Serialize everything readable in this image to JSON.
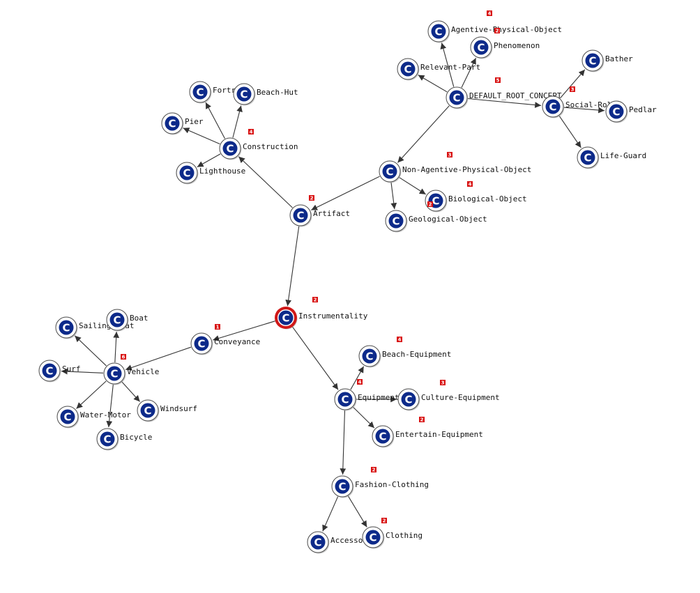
{
  "diagram": {
    "node_glyph": "C",
    "colors": {
      "node_fill": "#0d2a8a",
      "node_ring": "#ffffff",
      "node_outline": "#4a4a4a",
      "selected_ring": "#d01818",
      "badge": "#d81010",
      "edge": "#333333",
      "label": "#111111"
    },
    "nodes": [
      {
        "id": "root",
        "label": "DEFAULT_ROOT_CONCEPT"
      },
      {
        "id": "agentive",
        "label": "Agentive-Physical-Object"
      },
      {
        "id": "phenomenon",
        "label": "Phenomenon"
      },
      {
        "id": "relevant",
        "label": "Relevant-Part"
      },
      {
        "id": "socialrole",
        "label": "Social-Role"
      },
      {
        "id": "bather",
        "label": "Bather"
      },
      {
        "id": "pedlar",
        "label": "Pedlar"
      },
      {
        "id": "lifeguard",
        "label": "Life-Guard"
      },
      {
        "id": "nonagentive",
        "label": "Non-Agentive-Physical-Object"
      },
      {
        "id": "biological",
        "label": "Biological-Object"
      },
      {
        "id": "geological",
        "label": "Geological-Object"
      },
      {
        "id": "artifact",
        "label": "Artifact"
      },
      {
        "id": "construction",
        "label": "Construction"
      },
      {
        "id": "fortress",
        "label": "Fortress"
      },
      {
        "id": "beachhut",
        "label": "Beach-Hut"
      },
      {
        "id": "pier",
        "label": "Pier"
      },
      {
        "id": "lighthouse",
        "label": "Lighthouse"
      },
      {
        "id": "instrumentality",
        "label": "Instrumentality",
        "selected": true
      },
      {
        "id": "conveyance",
        "label": "Conveyance"
      },
      {
        "id": "vehicle",
        "label": "Vehicle"
      },
      {
        "id": "sailingboat",
        "label": "Sailing-Boat"
      },
      {
        "id": "boat",
        "label": "Boat"
      },
      {
        "id": "surf",
        "label": "Surf"
      },
      {
        "id": "watermotor",
        "label": "Water-Motor"
      },
      {
        "id": "bicycle",
        "label": "Bicycle"
      },
      {
        "id": "windsurf",
        "label": "Windsurf"
      },
      {
        "id": "equipment",
        "label": "Equipment"
      },
      {
        "id": "beachequipment",
        "label": "Beach-Equipment"
      },
      {
        "id": "cultureequipment",
        "label": "Culture-Equipment"
      },
      {
        "id": "entertainequipment",
        "label": "Entertain-Equipment"
      },
      {
        "id": "fashionclothing",
        "label": "Fashion-Clothing"
      },
      {
        "id": "accessory",
        "label": "Accessory"
      },
      {
        "id": "clothing",
        "label": "Clothing"
      }
    ],
    "edges": [
      [
        "root",
        "agentive"
      ],
      [
        "root",
        "phenomenon"
      ],
      [
        "root",
        "relevant"
      ],
      [
        "root",
        "socialrole"
      ],
      [
        "root",
        "nonagentive"
      ],
      [
        "socialrole",
        "bather"
      ],
      [
        "socialrole",
        "pedlar"
      ],
      [
        "socialrole",
        "lifeguard"
      ],
      [
        "nonagentive",
        "biological"
      ],
      [
        "nonagentive",
        "geological"
      ],
      [
        "nonagentive",
        "artifact"
      ],
      [
        "artifact",
        "construction"
      ],
      [
        "artifact",
        "instrumentality"
      ],
      [
        "construction",
        "fortress"
      ],
      [
        "construction",
        "beachhut"
      ],
      [
        "construction",
        "pier"
      ],
      [
        "construction",
        "lighthouse"
      ],
      [
        "instrumentality",
        "conveyance"
      ],
      [
        "instrumentality",
        "equipment"
      ],
      [
        "conveyance",
        "vehicle"
      ],
      [
        "vehicle",
        "sailingboat"
      ],
      [
        "vehicle",
        "boat"
      ],
      [
        "vehicle",
        "surf"
      ],
      [
        "vehicle",
        "watermotor"
      ],
      [
        "vehicle",
        "bicycle"
      ],
      [
        "vehicle",
        "windsurf"
      ],
      [
        "equipment",
        "beachequipment"
      ],
      [
        "equipment",
        "cultureequipment"
      ],
      [
        "equipment",
        "entertainequipment"
      ],
      [
        "equipment",
        "fashionclothing"
      ],
      [
        "fashionclothing",
        "accessory"
      ],
      [
        "fashionclothing",
        "clothing"
      ]
    ],
    "badges": [
      {
        "id": "agentive-badge",
        "text": "4"
      },
      {
        "id": "phenomenon-badge",
        "text": "2"
      },
      {
        "id": "root-badge",
        "text": "5"
      },
      {
        "id": "socialrole-badge",
        "text": "3"
      },
      {
        "id": "construction-badge",
        "text": "4"
      },
      {
        "id": "artifact-badge",
        "text": "2"
      },
      {
        "id": "nonagentive-badge",
        "text": "3"
      },
      {
        "id": "nonagentive-badge-2",
        "text": "4"
      },
      {
        "id": "biological-badge",
        "text": "2"
      },
      {
        "id": "instrumentality-badge",
        "text": "2"
      },
      {
        "id": "conveyance-badge",
        "text": "1"
      },
      {
        "id": "vehicle-badge",
        "text": "6"
      },
      {
        "id": "beachequipment-badge",
        "text": "4"
      },
      {
        "id": "equipment-badge",
        "text": "4"
      },
      {
        "id": "cultureequipment-badge",
        "text": "3"
      },
      {
        "id": "entertainequipment-badge",
        "text": "2"
      },
      {
        "id": "fashionclothing-badge",
        "text": "2"
      },
      {
        "id": "clothing-badge",
        "text": "2"
      }
    ]
  }
}
